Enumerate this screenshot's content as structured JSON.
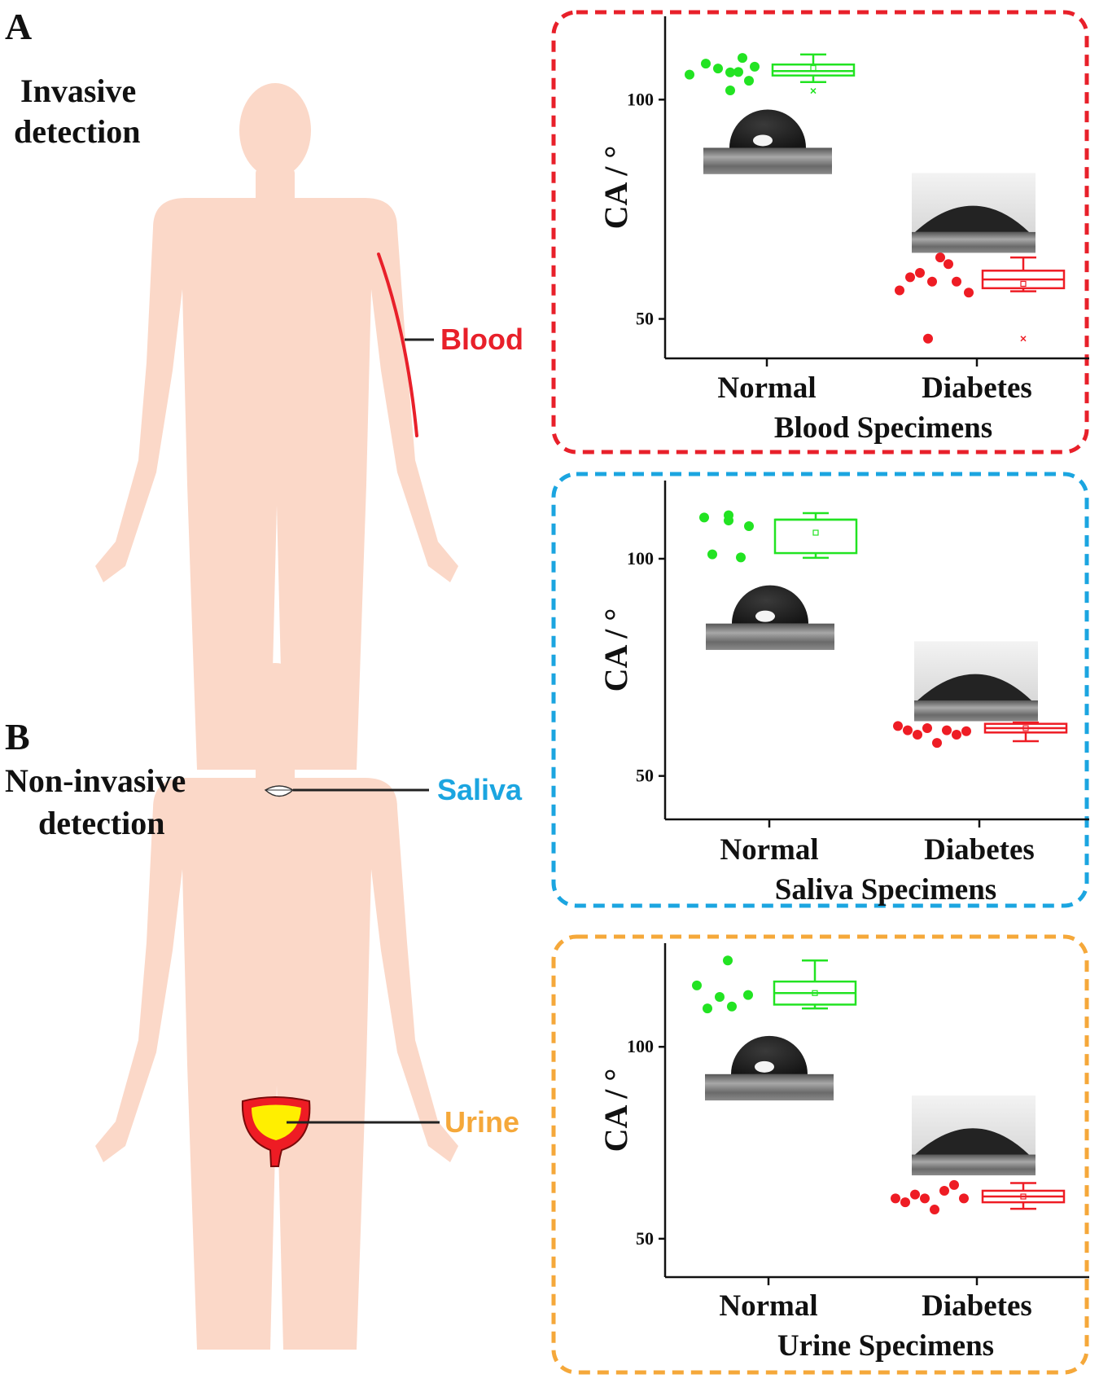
{
  "figure": {
    "panel_a": "A",
    "panel_b": "B",
    "invasive_line1": "Invasive",
    "invasive_line2": "detection",
    "noninvasive_line1": "Non-invasive",
    "noninvasive_line2": "detection",
    "blood_label": "Blood",
    "saliva_label": "Saliva",
    "urine_label": "Urine"
  },
  "colors": {
    "skin": "#fbd8c8",
    "blood": "#e8202a",
    "saliva": "#1ba5e0",
    "urine": "#f5a83a",
    "normal": "#22e322",
    "diabetes": "#ee1c24",
    "bladder_fill": "#ffef00"
  },
  "chart_data": [
    {
      "type": "scatter",
      "title": "Blood Specimens",
      "border_color": "#e8202a",
      "xlabel": "Blood Specimens",
      "ylabel": "CA / °",
      "categories": [
        "Normal",
        "Diabetes"
      ],
      "ylim": [
        41,
        119
      ],
      "yticks": [
        50,
        100
      ],
      "series": [
        {
          "name": "Normal",
          "points": [
            105.7,
            108.2,
            107.1,
            106.2,
            106.3,
            109.5,
            107.5,
            104.3,
            102.1
          ],
          "box": {
            "min": 104,
            "q1": 105.5,
            "median": 106.5,
            "mean": 107.2,
            "q3": 108,
            "max": 110.3,
            "outlier": 102
          }
        },
        {
          "name": "Diabetes",
          "points": [
            56.5,
            59.5,
            60.5,
            58.5,
            64,
            62.5,
            58.5,
            56,
            45.5
          ],
          "box": {
            "min": 56.3,
            "q1": 57,
            "median": 59,
            "mean": 58,
            "q3": 61,
            "max": 64,
            "outlier": 45.5
          }
        }
      ]
    },
    {
      "type": "scatter",
      "title": "Saliva Specimens",
      "border_color": "#1ba5e0",
      "xlabel": "Saliva Specimens",
      "ylabel": "CA / °",
      "categories": [
        "Normal",
        "Diabetes"
      ],
      "ylim": [
        40,
        118
      ],
      "yticks": [
        50,
        100
      ],
      "series": [
        {
          "name": "Normal",
          "points": [
            109.5,
            101,
            110,
            108.8,
            100.3,
            107.5
          ],
          "box": {
            "min": 100.2,
            "q1": 101.3,
            "median": 109,
            "mean": 106,
            "q3": 109,
            "max": 110.5,
            "outlier": null
          }
        },
        {
          "name": "Diabetes",
          "points": [
            61.5,
            60.5,
            59.5,
            61,
            57.6,
            60.5,
            59.5,
            60.3
          ],
          "box": {
            "min": 58,
            "q1": 60,
            "median": 61,
            "mean": 61,
            "q3": 62,
            "max": 62.3,
            "outlier": null
          }
        }
      ]
    },
    {
      "type": "scatter",
      "title": "Urine Specimens",
      "border_color": "#f5a83a",
      "xlabel": "Urine Specimens",
      "ylabel": "CA / °",
      "categories": [
        "Normal",
        "Diabetes"
      ],
      "ylim": [
        40,
        127
      ],
      "yticks": [
        50,
        100
      ],
      "series": [
        {
          "name": "Normal",
          "points": [
            116,
            110,
            113,
            122.5,
            110.5,
            113.5
          ],
          "box": {
            "min": 110,
            "q1": 111,
            "median": 114,
            "mean": 114,
            "q3": 117,
            "max": 122.5,
            "outlier": null
          }
        },
        {
          "name": "Diabetes",
          "points": [
            60.5,
            59.5,
            61.5,
            60.5,
            57.6,
            62.5,
            64,
            60.5
          ],
          "box": {
            "min": 57.8,
            "q1": 59.5,
            "median": 61,
            "mean": 61,
            "q3": 62.5,
            "max": 64.5,
            "outlier": null
          }
        }
      ]
    }
  ]
}
